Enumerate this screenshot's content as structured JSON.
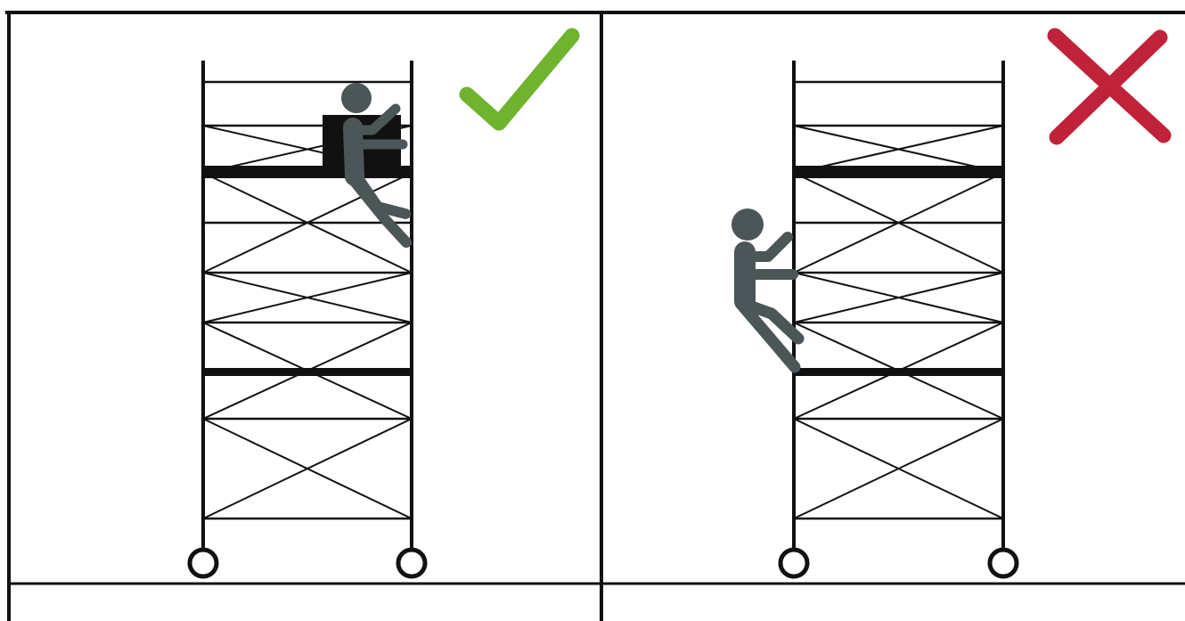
{
  "panels": [
    {
      "id": "correct",
      "verdict": "correct",
      "verdict_icon": "check-mark-icon",
      "verdict_color": "#6fb32e",
      "scene": "worker-on-platform-climbing-inside-hatch",
      "caption": ""
    },
    {
      "id": "incorrect",
      "verdict": "incorrect",
      "verdict_icon": "cross-mark-icon",
      "verdict_color": "#c0223a",
      "scene": "worker-climbing-outside-of-tower",
      "caption": ""
    }
  ],
  "colors": {
    "frame": "#111111",
    "scaffold": "#111111",
    "figure": "#4b5658",
    "background": "#ffffff"
  }
}
